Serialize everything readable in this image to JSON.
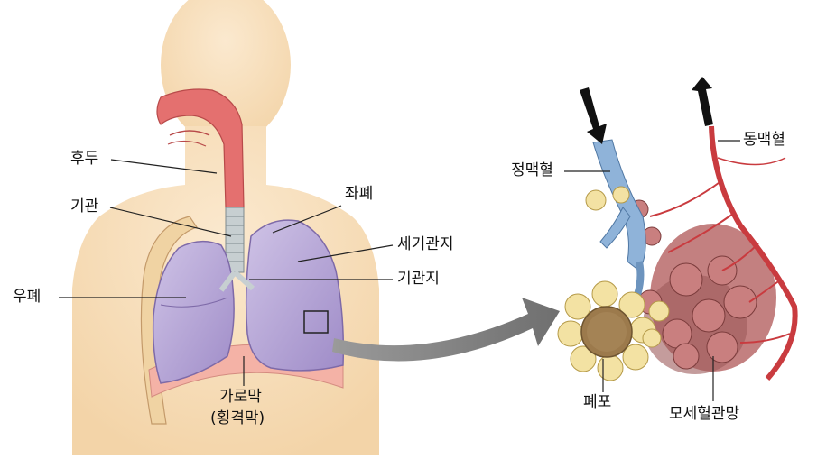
{
  "labels": {
    "larynx": "후두",
    "trachea": "기관",
    "right_lung": "우폐",
    "left_lung": "좌폐",
    "bronchiole": "세기관지",
    "bronchus": "기관지",
    "diaphragm_line1": "가로막",
    "diaphragm_line2": "(횡격막)",
    "vein": "정맥혈",
    "artery": "동맥혈",
    "alveolus": "폐포",
    "capillary": "모세혈관망"
  },
  "colors": {
    "skin": "#f7dcb6",
    "lung": "#b7a6d6",
    "airway": "#e4706f",
    "vein_blue": "#8fb3d9",
    "artery_red": "#c93b3f",
    "alveolus_yellow": "#f3e2a3",
    "arrow_gray": "#8a8a8a"
  }
}
